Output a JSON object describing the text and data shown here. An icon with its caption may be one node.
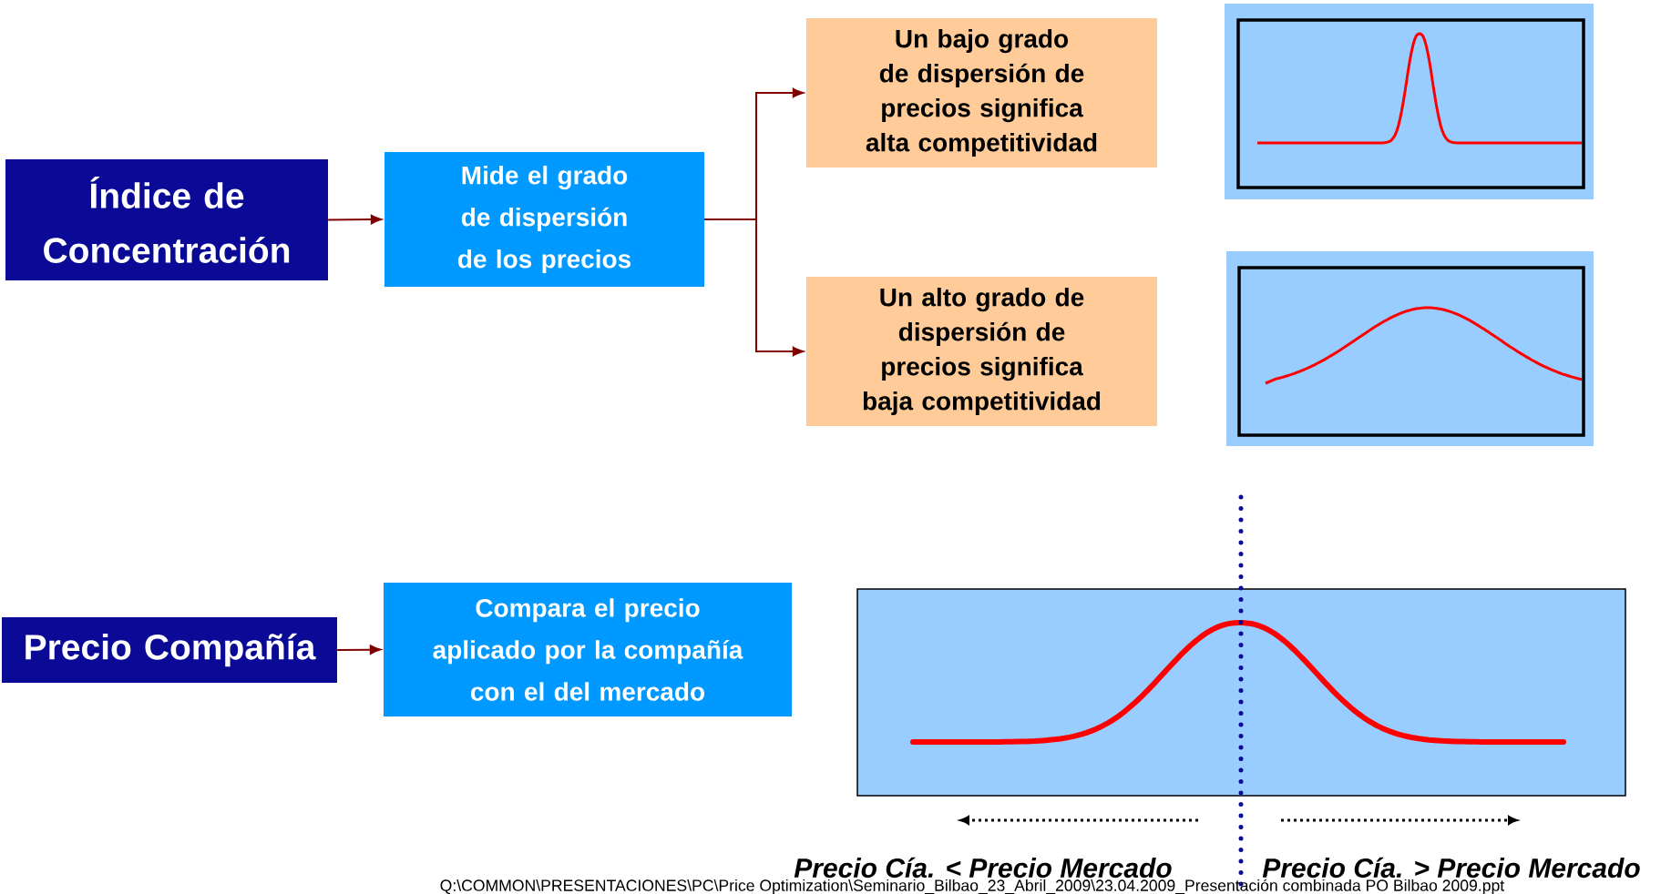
{
  "diagram": {
    "nodes": [
      {
        "text": [
          "Índice de Concentración"
        ]
      },
      {
        "text": [
          "Mide el grado de dispersión de los precios"
        ]
      },
      {
        "text": [
          "Un bajo grado de dispersión de precios significa alta competitividad"
        ]
      },
      {
        "text": [
          "Un alto grado de dispersión de precios significa baja competitividad"
        ]
      },
      {
        "text": [
          "Precio Compañía"
        ]
      },
      {
        "text": [
          "Compara el precio aplicado por la compañía con el del mercado"
        ]
      }
    ],
    "edges": [
      {
        "from": 0,
        "to": 1,
        "arrow": "to"
      },
      {
        "from": 1,
        "to": 2,
        "arrow": "to"
      },
      {
        "from": 1,
        "to": 3,
        "arrow": "to"
      },
      {
        "from": 4,
        "to": 5,
        "arrow": "to"
      }
    ],
    "labels": [
      "Precio Cía. < Precio Mercado",
      "Precio Cía. > Precio Mercado",
      "Q:\\COMMON\\PRESENTACIONES\\PC\\Price Optimization\\Seminario_Bilbao_23_Abril_2009\\23.04.2009_Presentación combinada PO Bilbao 2009.ppt"
    ]
  }
}
